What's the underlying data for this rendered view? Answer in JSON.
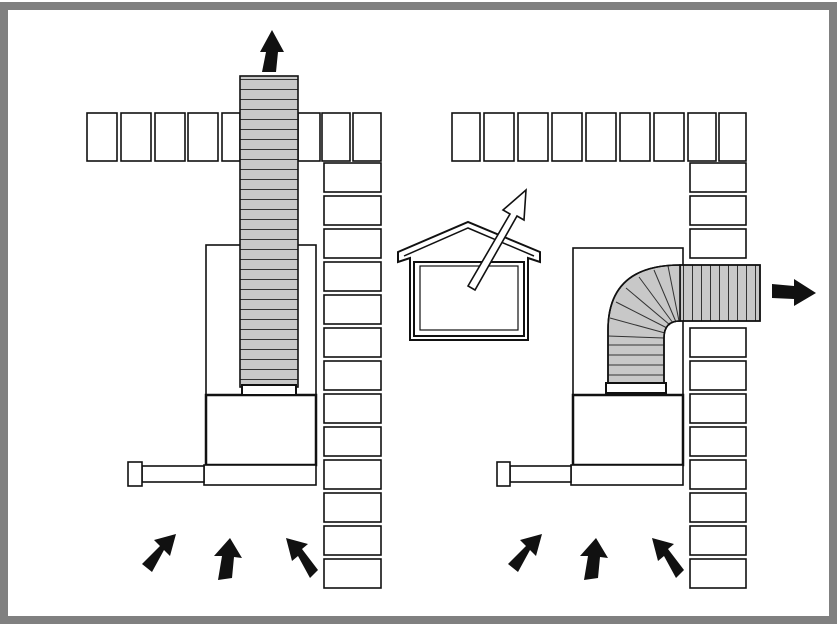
{
  "diagram": {
    "description_free": true,
    "colors": {
      "frame": "#808080",
      "stroke": "#111111",
      "flue_fill": "#c8c8c8",
      "background": "#ffffff",
      "arrow": "#111111"
    },
    "panels": [
      {
        "id": "vertical-flue-installation",
        "flue": "straight-vertical",
        "exhaust": "up"
      },
      {
        "id": "horizontal-flue-installation",
        "flue": "elbow-horizontal",
        "exhaust": "right"
      }
    ],
    "icons": [
      "house-vent-icon",
      "exhaust-arrow-icon",
      "intake-arrow-icon"
    ]
  }
}
